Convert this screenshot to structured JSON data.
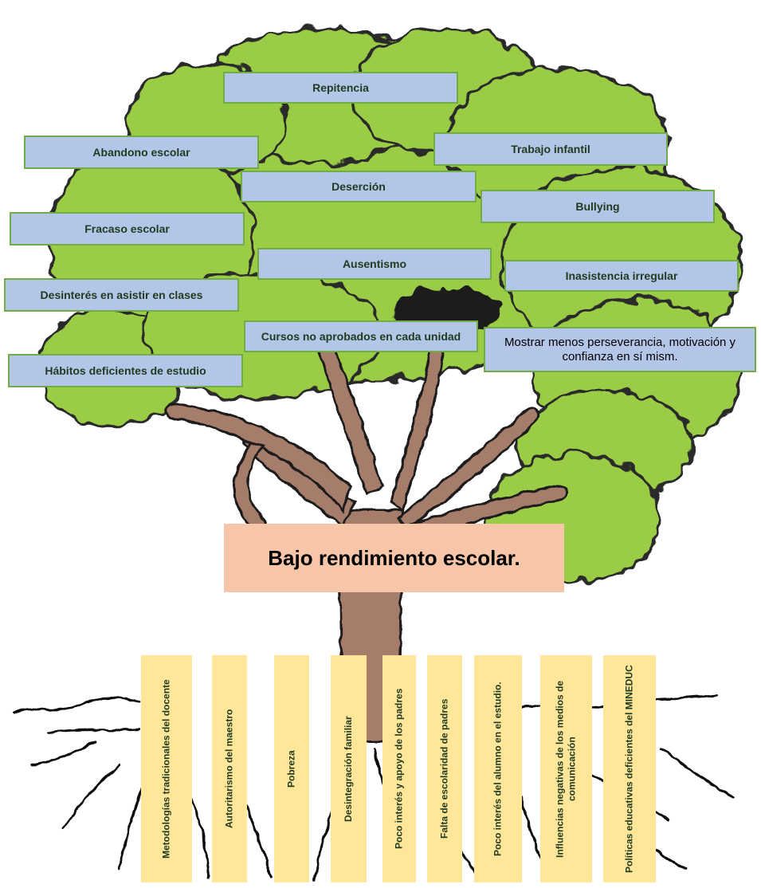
{
  "problem": "Bajo rendimiento escolar.",
  "effects": [
    "Repitencia",
    "Abandono escolar",
    "Trabajo infantil",
    "Deserción",
    "Bullying",
    "Fracaso escolar",
    "Ausentismo",
    "Inasistencia irregular",
    "Desinterés en asistir en clases",
    "Cursos no aprobados en cada unidad",
    "Mostrar menos perseverancia, motivación y confianza en sí mism.",
    "Hábitos deficientes de estudio"
  ],
  "causes": [
    "Metodologías tradicionales del docente",
    "Autoritarismo del maestro",
    "Pobreza",
    "Desintegración familiar",
    "Poco interés y apoyo de los padres",
    "Falta de escolaridad de padres",
    "Poco interés del alumno en el estudio.",
    "Influencias negativas de los medios de comunicación",
    "Políticas educativas deficientes del MINEDUC"
  ],
  "colors": {
    "foliage": "#9acd45",
    "foliage_outline": "#2a2a2a",
    "trunk": "#a67c6a",
    "effect_box": "#b4c6e7",
    "effect_border": "#70ad47",
    "problem_box": "#f7c6a9",
    "cause_box": "#ffe699"
  }
}
